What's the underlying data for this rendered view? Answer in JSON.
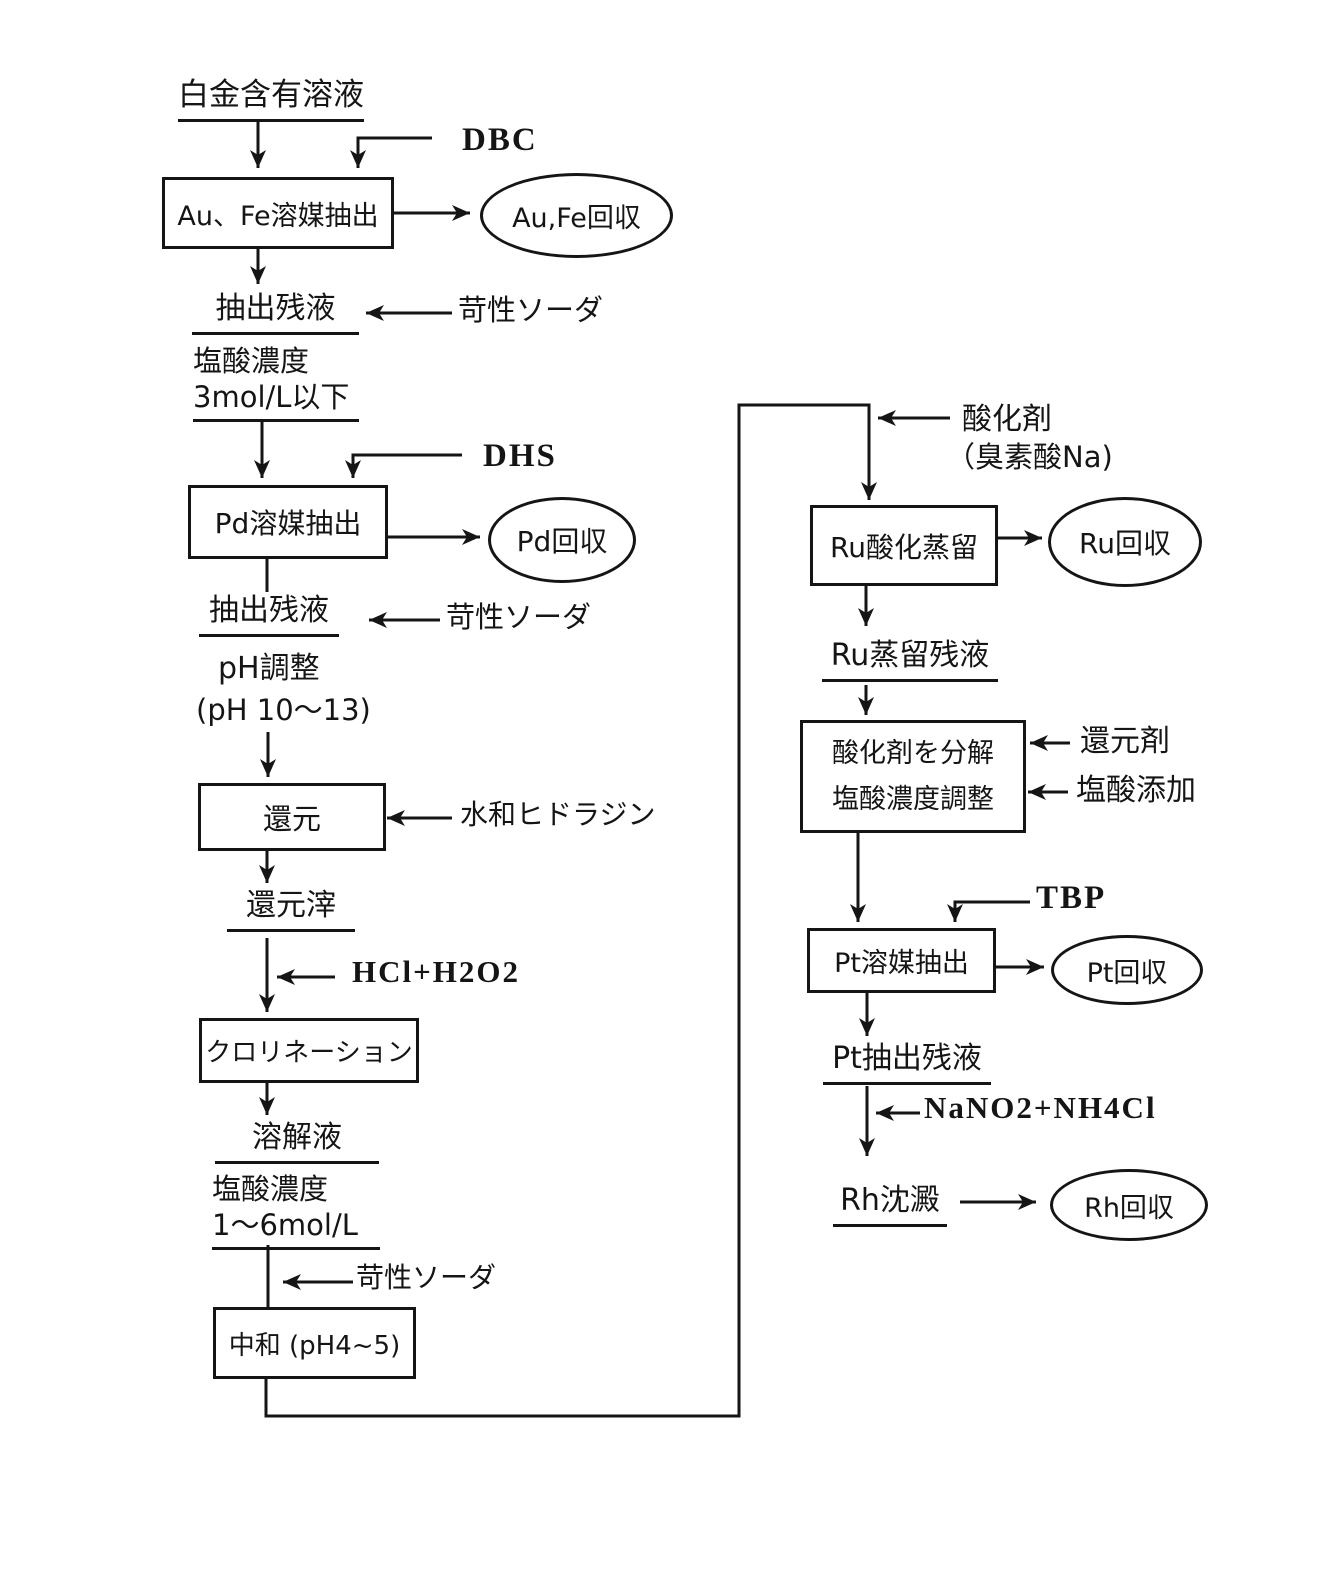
{
  "palette": {
    "ink": "#151515",
    "paper": "#ffffff"
  },
  "nodes": {
    "source_label": "白金含有溶液",
    "aufe_box": "Au、Fe溶媒抽出",
    "aufe_recovery": "Au,Fe回収",
    "raffinate1": "抽出残液",
    "conc1_l1": "塩酸濃度",
    "conc1_l2": "3mol/L以下",
    "pd_box": "Pd溶媒抽出",
    "pd_recovery": "Pd回収",
    "raffinate2": "抽出残液",
    "ph_l1": "pH調整",
    "ph_l2": "(pH 10～13)",
    "reduction_box": "還元",
    "reduction_residue": "還元滓",
    "chlorination_box": "クロリネーション",
    "dissolution": "溶解液",
    "conc2_l1": "塩酸濃度",
    "conc2_l2": "1～6mol/L",
    "neutralization_box": "中和 (pH4~5)",
    "ru_box": "Ru酸化蒸留",
    "ru_recovery": "Ru回収",
    "ru_residue": "Ru蒸留残液",
    "decompose_l1": "酸化剤を分解",
    "decompose_l2": "塩酸濃度調整",
    "pt_box": "Pt溶媒抽出",
    "pt_recovery": "Pt回収",
    "pt_raffinate": "Pt抽出残液",
    "rh_precipitate": "Rh沈澱",
    "rh_recovery": "Rh回収"
  },
  "reagents": {
    "dbc": "DBC",
    "caustic1": "苛性ソーダ",
    "dhs": "DHS",
    "caustic2": "苛性ソーダ",
    "hydrazine": "水和ヒドラジン",
    "hcl_h2o2": "HCl+H2O2",
    "caustic3": "苛性ソーダ",
    "oxidizer_l1": "酸化剤",
    "oxidizer_l2": "（臭素酸Na)",
    "reductant": "還元剤",
    "hcl_add": "塩酸添加",
    "tbp": "TBP",
    "nano2": "NaNO2+NH4Cl"
  }
}
